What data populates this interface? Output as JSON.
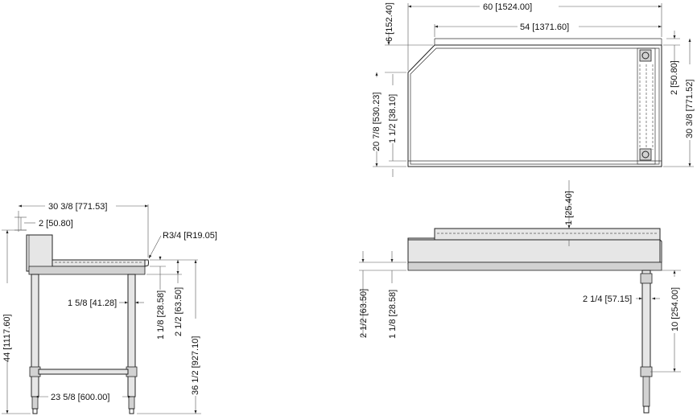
{
  "dimensions": {
    "front_top_width": "30 3/8 [771.53]",
    "front_backsplash_height": "2 [50.80]",
    "front_edge_radius": "R3/4 [R19.05]",
    "front_overall_height": "44 [1117.60]",
    "front_leg_offset": "1 5/8 [41.28]",
    "front_rim_height": "1 1/8 [28.58]",
    "front_apron_height": "2 1/2 [63.50]",
    "front_work_height": "36 1/2 [927.10]",
    "front_leg_spacing": "23 5/8 [600.00]",
    "plan_overall_length": "60 [1524.00]",
    "plan_flat_length": "54 [1371.60]",
    "plan_corner_offset": "6 [152.40]",
    "plan_taper_depth": "20 7/8 [530.23]",
    "plan_front_edge": "1 1/2 [38.10]",
    "plan_rim_width": "2 [50.80]",
    "plan_overall_depth": "30 3/8 [771.52]",
    "side_top_thickness": "1 [25.40]",
    "side_apron_height": "2 1/2 [63.50]",
    "side_rim_height": "1 1/8 [28.58]",
    "side_leg_offset": "2 1/4 [57.15]",
    "side_drop_height": "10 [254.00]"
  }
}
